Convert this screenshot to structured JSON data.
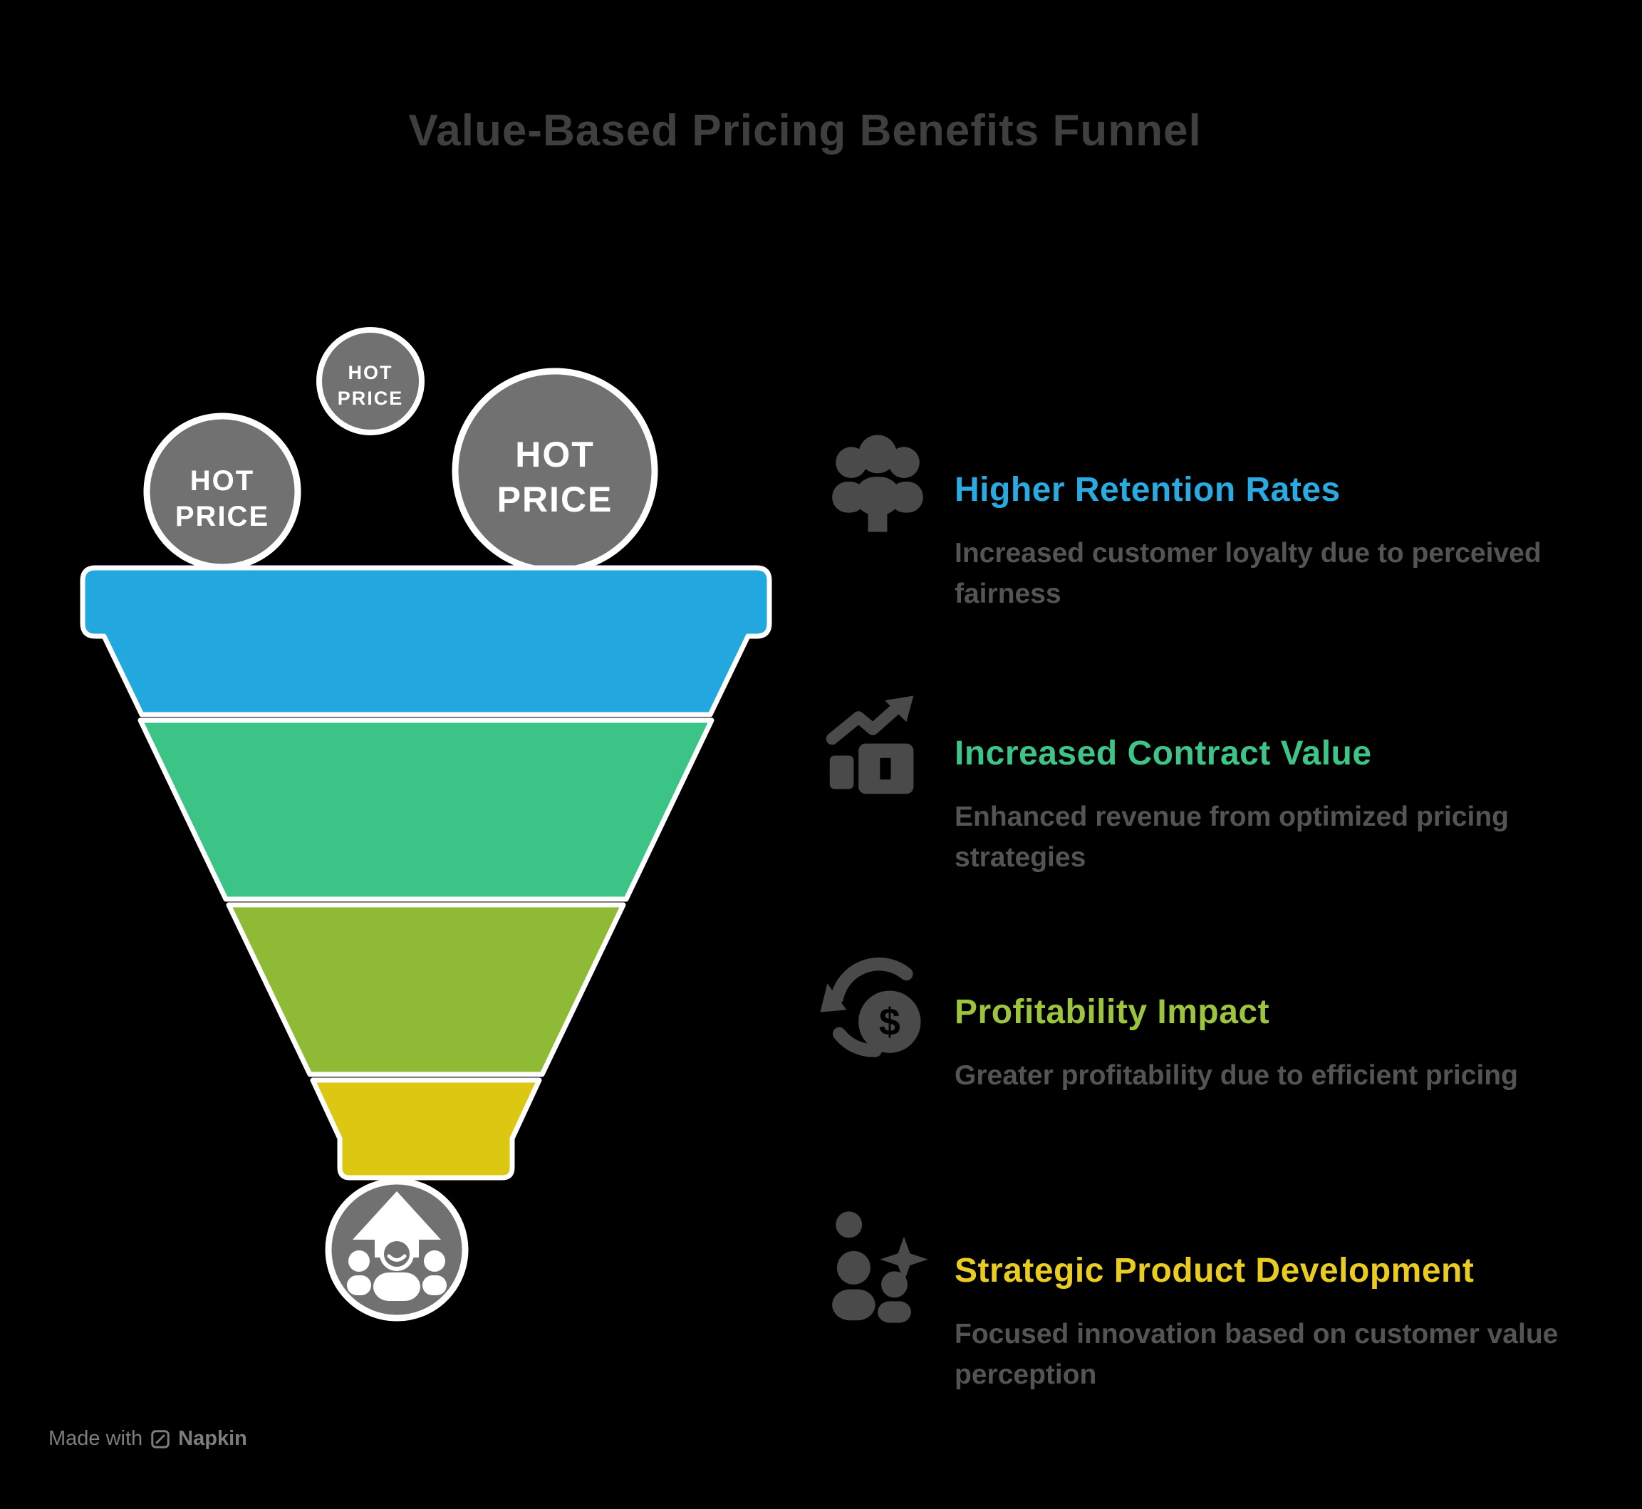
{
  "title": "Value-Based Pricing Benefits Funnel",
  "funnel": {
    "bubbles": [
      {
        "line1": "HOT",
        "line2": "PRICE",
        "size": "medium"
      },
      {
        "line1": "HOT",
        "line2": "PRICE",
        "size": "small"
      },
      {
        "line1": "HOT",
        "line2": "PRICE",
        "size": "large"
      }
    ],
    "stages": [
      {
        "name": "higher-retention-rates",
        "color": "#22a8de"
      },
      {
        "name": "increased-contract-value",
        "color": "#3cc386"
      },
      {
        "name": "profitability-impact",
        "color": "#8fba35"
      },
      {
        "name": "strategic-product-development",
        "color": "#dcc713"
      }
    ],
    "bottom_icon": "people-growth-arrow-icon",
    "bubble_color": "#717171",
    "outline_color": "#ffffff"
  },
  "benefits": [
    {
      "icon": "people-group-icon",
      "title": "Higher Retention Rates",
      "description": "Increased customer loyalty due to perceived fairness",
      "color": "#29abe2"
    },
    {
      "icon": "growth-chart-icon",
      "title": "Increased Contract Value",
      "description": "Enhanced revenue from optimized pricing strategies",
      "color": "#3ec487"
    },
    {
      "icon": "profit-cycle-icon",
      "title": "Profitability Impact",
      "description": "Greater profitability due to efficient pricing",
      "color": "#9cc43c"
    },
    {
      "icon": "innovation-person-icon",
      "title": "Strategic Product Development",
      "description": "Focused innovation based on customer value perception",
      "color": "#e9cc1f"
    }
  ],
  "watermark": {
    "prefix": "Made with",
    "brand": "Napkin"
  },
  "colors": {
    "background": "#000000",
    "title_text": "#3f3f3f",
    "description_text": "#545454",
    "icon_gray": "#4a4a4a",
    "watermark_gray": "#7d7d7d"
  }
}
